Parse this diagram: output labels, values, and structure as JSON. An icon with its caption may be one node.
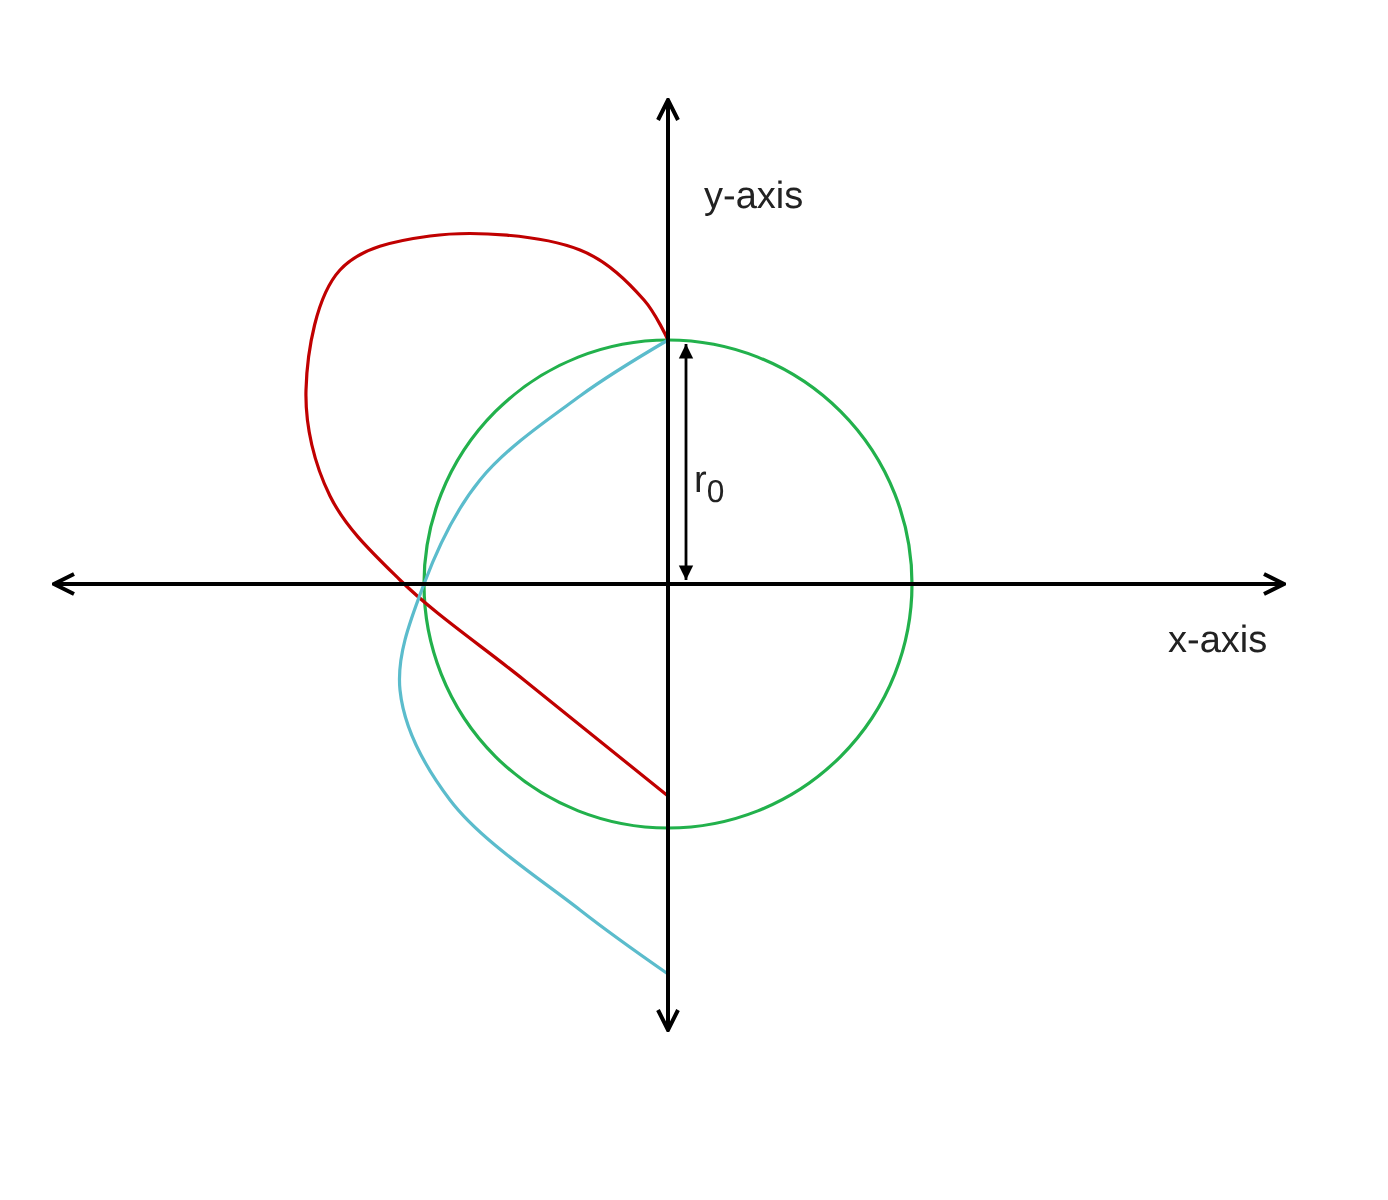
{
  "diagram": {
    "labels": [
      "y-axis",
      "r$_{0}$",
      "x-axis"
    ]
  }
}
